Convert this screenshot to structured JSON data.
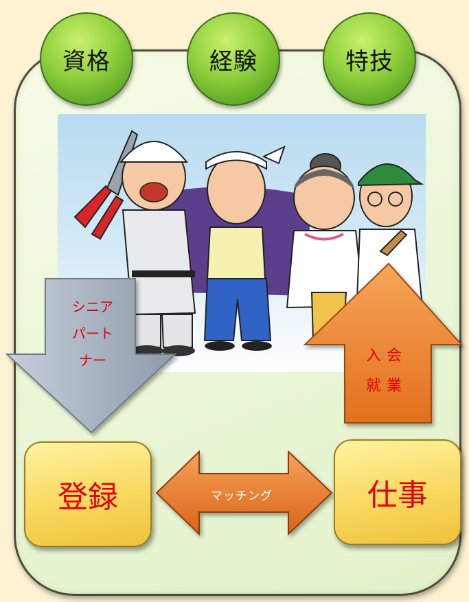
{
  "qualifications": [
    {
      "label": "資格"
    },
    {
      "label": "経験"
    },
    {
      "label": "特技"
    }
  ],
  "illustration": {
    "subject": "seniors-group"
  },
  "senior_partner_arrow": {
    "lines": [
      "シニア",
      "パート",
      "ナー"
    ]
  },
  "join_arrow": {
    "lines": [
      "入会",
      "就業"
    ]
  },
  "register_box": {
    "label": "登録"
  },
  "job_box": {
    "label": "仕事"
  },
  "matching_arrow": {
    "label": "マッチング"
  },
  "colors": {
    "background": "#fdf3d2",
    "panel": "#eaf6d6",
    "circle_green": "#8fd03c",
    "box_yellow": "#f8d65a",
    "arrow_orange": "#f08a2c",
    "arrow_gray": "#a8b4c4",
    "text_red": "#e60000"
  }
}
